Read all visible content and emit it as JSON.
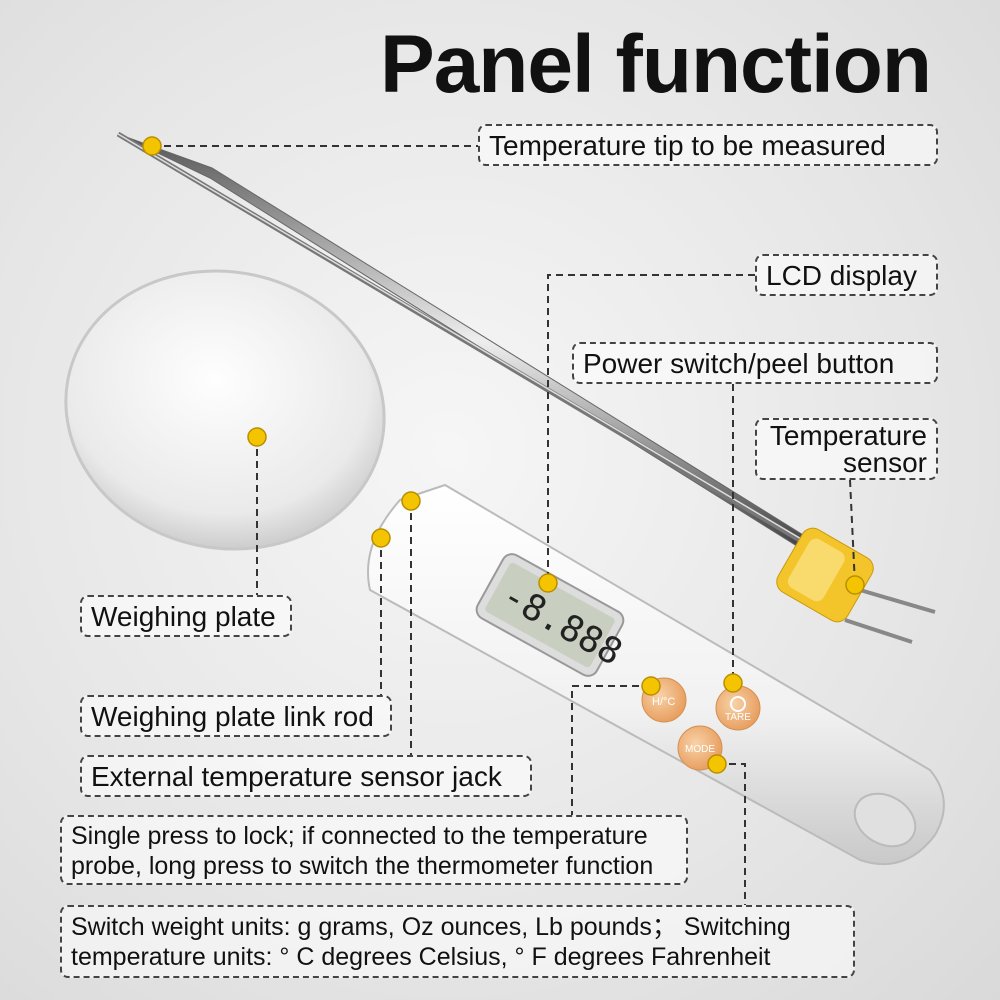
{
  "title": "Panel function",
  "labels": {
    "tip": "Temperature tip to be measured",
    "lcd": "LCD display",
    "power": "Power switch/peel button",
    "sensor_line1": "Temperature",
    "sensor_line2": "sensor",
    "plate": "Weighing plate",
    "rod": "Weighing plate link rod",
    "jack": "External temperature sensor jack",
    "lock_line1": "Single press to lock; if connected to the temperature",
    "lock_line2": "probe, long press to switch the thermometer function",
    "units_line1": "Switch weight units: g grams, Oz ounces, Lb pounds；  Switching",
    "units_line2": "temperature units: ° C degrees Celsius, ° F degrees Fahrenheit"
  },
  "device": {
    "lcd_reading": "-8.888",
    "buttons": [
      "H/°C",
      "TARE",
      "MODE"
    ]
  },
  "colors": {
    "marker": "#f5c400",
    "button": "#f2b982",
    "probe_head": "#f3c52a"
  }
}
